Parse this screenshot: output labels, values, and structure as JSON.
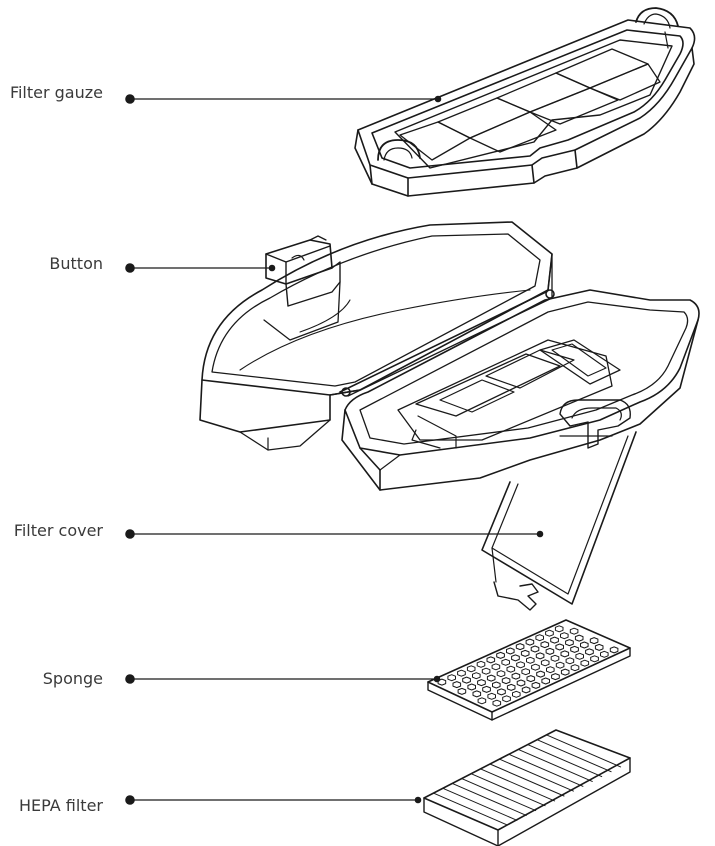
{
  "labels": {
    "filter_gauze": "Filter gauze",
    "button": "Button",
    "filter_cover": "Filter cover",
    "sponge": "Sponge",
    "hepa_filter": "HEPA filter"
  },
  "colors": {
    "line": "#1a1a1a",
    "text": "#3a3a3a",
    "background": "#ffffff"
  }
}
